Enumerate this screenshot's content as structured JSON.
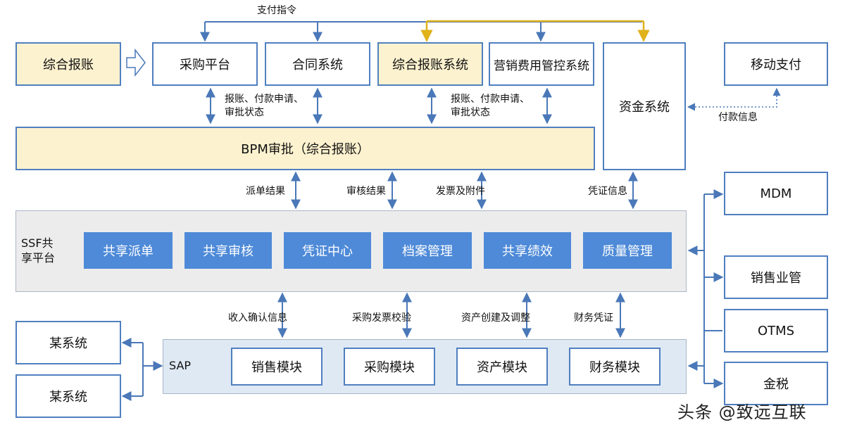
{
  "top_label": "支付指令",
  "boxes": {
    "comp_reimb": "综合报账",
    "procure_platform": "采购平台",
    "contract_system": "合同系统",
    "comp_reimb_system": "综合报账系统",
    "marketing_system": "营销费用管控系统",
    "fund_system": "资金系统",
    "mobile_pay": "移动支付",
    "bpm": "BPM审批（综合报账）",
    "mdm": "MDM",
    "sales_mgmt": "销售业管",
    "otms": "OTMS",
    "golden_tax": "金税",
    "some_system_1": "某系统",
    "some_system_2": "某系统"
  },
  "edge_labels": {
    "reimb_left_line1": "报账、付款申请、",
    "reimb_left_line2": "审批状态",
    "reimb_right_line1": "报账、付款申请、",
    "reimb_right_line2": "审批状态",
    "payment_info": "付款信息",
    "dispatch_result": "派单结果",
    "audit_result": "审核结果",
    "invoice_attach": "发票及附件",
    "voucher_info": "凭证信息",
    "revenue_confirm": "收入确认信息",
    "purchase_invoice_check": "采购发票校验",
    "asset_create_adjust": "资产创建及调整",
    "finance_voucher": "财务凭证"
  },
  "ssf": {
    "title_line1": "SSF共",
    "title_line2": "享平台",
    "modules": [
      "共享派单",
      "共享审核",
      "凭证中心",
      "档案管理",
      "共享绩效",
      "质量管理"
    ]
  },
  "sap": {
    "title": "SAP",
    "modules": [
      "销售模块",
      "采购模块",
      "资产模块",
      "财务模块"
    ]
  },
  "watermark": "头条 @致远互联",
  "colors": {
    "box_border": "#4f7fbf",
    "highlight_fill": "#fdf2cf",
    "module_fill": "#4e8ad8",
    "arrow": "#4a78b8",
    "gold_arrow": "#e0b21b",
    "ssf_fill": "#ececec",
    "sap_fill": "#dfe9f4"
  }
}
